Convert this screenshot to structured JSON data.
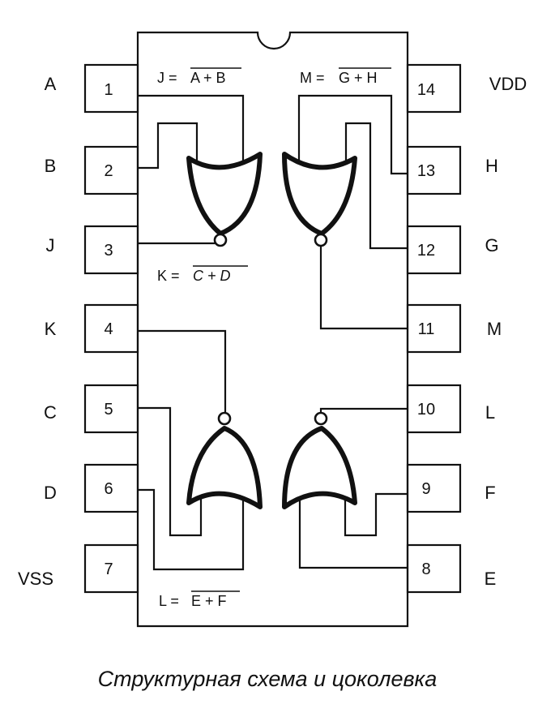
{
  "pins_left": [
    {
      "num": "1",
      "signal": "A"
    },
    {
      "num": "2",
      "signal": "B"
    },
    {
      "num": "3",
      "signal": "J"
    },
    {
      "num": "4",
      "signal": "K"
    },
    {
      "num": "5",
      "signal": "C"
    },
    {
      "num": "6",
      "signal": "D"
    },
    {
      "num": "7",
      "signal": "VSS"
    }
  ],
  "pins_right": [
    {
      "num": "14",
      "signal": "VDD"
    },
    {
      "num": "13",
      "signal": "H"
    },
    {
      "num": "12",
      "signal": "G"
    },
    {
      "num": "11",
      "signal": "M"
    },
    {
      "num": "10",
      "signal": "L"
    },
    {
      "num": "9",
      "signal": "F"
    },
    {
      "num": "8",
      "signal": "E"
    }
  ],
  "equations": {
    "j": {
      "lhs": "J = ",
      "rhs": "A + B"
    },
    "m": {
      "lhs": "M = ",
      "rhs": "G + H"
    },
    "k": {
      "lhs": "K = ",
      "rhs": "C + D"
    },
    "l": {
      "lhs": "L = ",
      "rhs": "E + F"
    }
  },
  "caption": "Структурная схема и цоколевка"
}
